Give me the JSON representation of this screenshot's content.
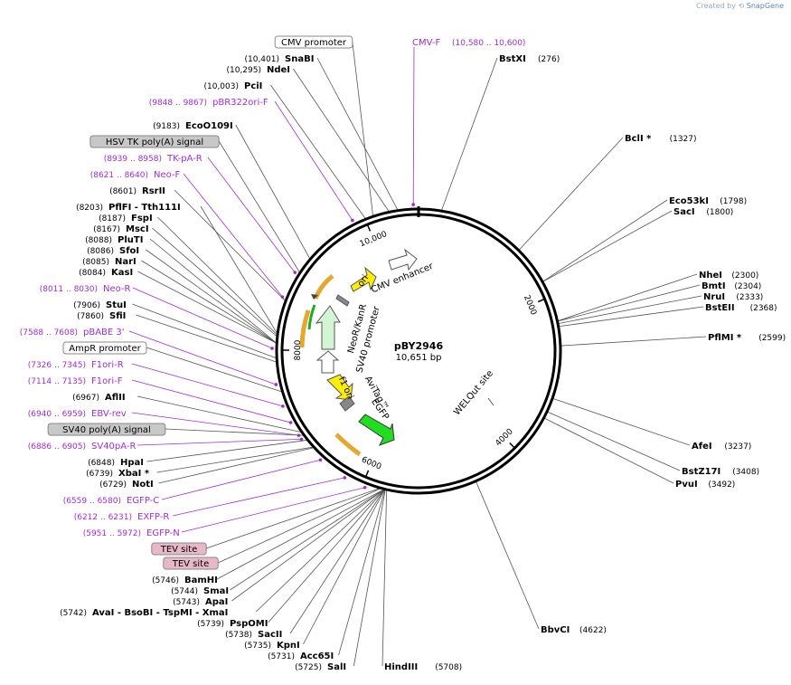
{
  "watermark": {
    "prefix": "Created by",
    "brand": "SnapGene"
  },
  "plasmid": {
    "name": "pBY2946",
    "size": "10,651 bp",
    "total_bp": 10651
  },
  "ticks": [
    {
      "label": "2000",
      "bp": 2000
    },
    {
      "label": "4000",
      "bp": 4000
    },
    {
      "label": "6000",
      "bp": 6000
    },
    {
      "label": "8000",
      "bp": 8000
    },
    {
      "label": "10,000",
      "bp": 10000
    }
  ],
  "inner_features": [
    {
      "name": "ori",
      "bp": 9960,
      "color": "#ffee00"
    },
    {
      "name": "CMV enhancer",
      "bp": 10400,
      "color": "#ffffff"
    },
    {
      "name": "NeoR/KanR",
      "bp": 8500,
      "color": "#d4f5d4"
    },
    {
      "name": "SV40 promoter",
      "bp": 7800,
      "color": "#ffffff"
    },
    {
      "name": "f1 ori",
      "bp": 7050,
      "color": "#ffee00"
    },
    {
      "name": "AviTag™",
      "bp": 6850,
      "color": "#888888"
    },
    {
      "name": "EGFP",
      "bp": 6300,
      "color": "#22dd22"
    },
    {
      "name": "WELQut site",
      "bp": 3400,
      "color": "#888888"
    }
  ],
  "labels": [
    {
      "text": "CMV promoter",
      "kind": "feature-box",
      "pos": ""
    },
    {
      "text": "CMV-F",
      "kind": "primer",
      "pos": "(10,580 .. 10,600)"
    },
    {
      "text": "SnaBI",
      "kind": "enzyme",
      "pos": "(10,401)"
    },
    {
      "text": "NdeI",
      "kind": "enzyme",
      "pos": "(10,295)"
    },
    {
      "text": "PciI",
      "kind": "enzyme",
      "pos": "(10,003)"
    },
    {
      "text": "pBR322ori-F",
      "kind": "primer",
      "pos": "(9848 .. 9867)"
    },
    {
      "text": "EcoO109I",
      "kind": "enzyme",
      "pos": "(9183)"
    },
    {
      "text": "HSV TK poly(A) signal",
      "kind": "feature-gray",
      "pos": ""
    },
    {
      "text": "TK-pA-R",
      "kind": "primer",
      "pos": "(8939 .. 8958)"
    },
    {
      "text": "Neo-F",
      "kind": "primer",
      "pos": "(8621 .. 8640)"
    },
    {
      "text": "RsrII",
      "kind": "enzyme",
      "pos": "(8601)"
    },
    {
      "text": "PflFI - Tth111I",
      "kind": "enzyme",
      "pos": "(8203)"
    },
    {
      "text": "FspI",
      "kind": "enzyme",
      "pos": "(8187)"
    },
    {
      "text": "MscI",
      "kind": "enzyme",
      "pos": "(8167)"
    },
    {
      "text": "PluTI",
      "kind": "enzyme",
      "pos": "(8088)"
    },
    {
      "text": "SfoI",
      "kind": "enzyme",
      "pos": "(8086)"
    },
    {
      "text": "NarI",
      "kind": "enzyme",
      "pos": "(8085)"
    },
    {
      "text": "KasI",
      "kind": "enzyme",
      "pos": "(8084)"
    },
    {
      "text": "Neo-R",
      "kind": "primer",
      "pos": "(8011 .. 8030)"
    },
    {
      "text": "StuI",
      "kind": "enzyme",
      "pos": "(7906)"
    },
    {
      "text": "SfiI",
      "kind": "enzyme",
      "pos": "(7860)"
    },
    {
      "text": "pBABE 3'",
      "kind": "primer",
      "pos": "(7588 .. 7608)"
    },
    {
      "text": "AmpR promoter",
      "kind": "feature-box",
      "pos": ""
    },
    {
      "text": "F1ori-R",
      "kind": "primer",
      "pos": "(7326 .. 7345)"
    },
    {
      "text": "F1ori-F",
      "kind": "primer",
      "pos": "(7114 .. 7135)"
    },
    {
      "text": "AflII",
      "kind": "enzyme",
      "pos": "(6967)"
    },
    {
      "text": "EBV-rev",
      "kind": "primer",
      "pos": "(6940 .. 6959)"
    },
    {
      "text": "SV40 poly(A) signal",
      "kind": "feature-gray",
      "pos": ""
    },
    {
      "text": "SV40pA-R",
      "kind": "primer",
      "pos": "(6886 .. 6905)"
    },
    {
      "text": "HpaI",
      "kind": "enzyme",
      "pos": "(6848)"
    },
    {
      "text": "XbaI *",
      "kind": "enzyme",
      "pos": "(6739)"
    },
    {
      "text": "NotI",
      "kind": "enzyme",
      "pos": "(6729)"
    },
    {
      "text": "EGFP-C",
      "kind": "primer",
      "pos": "(6559 .. 6580)"
    },
    {
      "text": "EXFP-R",
      "kind": "primer",
      "pos": "(6212 .. 6231)"
    },
    {
      "text": "EGFP-N",
      "kind": "primer",
      "pos": "(5951 .. 5972)"
    },
    {
      "text": "TEV site",
      "kind": "feature-pink",
      "pos": ""
    },
    {
      "text": "TEV site",
      "kind": "feature-pink",
      "pos": ""
    },
    {
      "text": "BamHI",
      "kind": "enzyme",
      "pos": "(5746)"
    },
    {
      "text": "SmaI",
      "kind": "enzyme",
      "pos": "(5744)"
    },
    {
      "text": "ApaI",
      "kind": "enzyme",
      "pos": "(5743)"
    },
    {
      "text": "AvaI - BsoBI - TspMI - XmaI",
      "kind": "enzyme",
      "pos": "(5742)"
    },
    {
      "text": "PspOMI",
      "kind": "enzyme",
      "pos": "(5739)"
    },
    {
      "text": "SacII",
      "kind": "enzyme",
      "pos": "(5738)"
    },
    {
      "text": "KpnI",
      "kind": "enzyme",
      "pos": "(5735)"
    },
    {
      "text": "Acc65I",
      "kind": "enzyme",
      "pos": "(5731)"
    },
    {
      "text": "SalI",
      "kind": "enzyme",
      "pos": "(5725)"
    },
    {
      "text": "HindIII",
      "kind": "enzyme",
      "pos": "(5708)"
    },
    {
      "text": "BstXI",
      "kind": "enzyme",
      "pos": "(276)"
    },
    {
      "text": "BclI *",
      "kind": "enzyme",
      "pos": "(1327)"
    },
    {
      "text": "Eco53kI",
      "kind": "enzyme",
      "pos": "(1798)"
    },
    {
      "text": "SacI",
      "kind": "enzyme",
      "pos": "(1800)"
    },
    {
      "text": "NheI",
      "kind": "enzyme",
      "pos": "(2300)"
    },
    {
      "text": "BmtI",
      "kind": "enzyme",
      "pos": "(2304)"
    },
    {
      "text": "NruI",
      "kind": "enzyme",
      "pos": "(2333)"
    },
    {
      "text": "BstEII",
      "kind": "enzyme",
      "pos": "(2368)"
    },
    {
      "text": "PflMI *",
      "kind": "enzyme",
      "pos": "(2599)"
    },
    {
      "text": "AfeI",
      "kind": "enzyme",
      "pos": "(3237)"
    },
    {
      "text": "BstZ17I",
      "kind": "enzyme",
      "pos": "(3408)"
    },
    {
      "text": "PvuI",
      "kind": "enzyme",
      "pos": "(3492)"
    },
    {
      "text": "BbvCI",
      "kind": "enzyme",
      "pos": "(4622)"
    }
  ],
  "colors": {
    "primer": "#9b30d0",
    "enzyme": "#000000",
    "ring": "#000000",
    "line": "#555555"
  }
}
